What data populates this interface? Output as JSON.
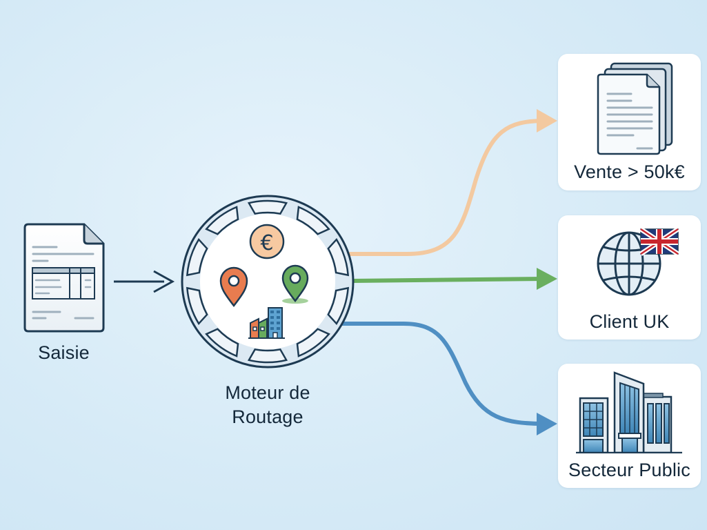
{
  "diagram": {
    "input": {
      "label": "Saisie",
      "icon": "invoice-document-icon"
    },
    "engine": {
      "label_line1": "Moteur de",
      "label_line2": "Routage",
      "icon": "gear-icon"
    },
    "engine_contents": [
      "euro-coin-icon",
      "map-pin-orange-icon",
      "map-pin-green-icon",
      "factory-building-icon"
    ],
    "outputs": [
      {
        "label": "Vente > 50k€",
        "icon": "documents-stack-icon",
        "arrow_color": "#f3c9a0"
      },
      {
        "label": "Client UK",
        "icon": "globe-uk-flag-icon",
        "arrow_color": "#6aaf5f"
      },
      {
        "label": "Secteur Public",
        "icon": "public-building-icon",
        "arrow_color": "#4f8fc3"
      }
    ],
    "colors": {
      "outline": "#1d3a52",
      "orange": "#e87c4f",
      "peach": "#f7c9a1",
      "green": "#67ab5d",
      "blue": "#4f8fc3"
    }
  }
}
